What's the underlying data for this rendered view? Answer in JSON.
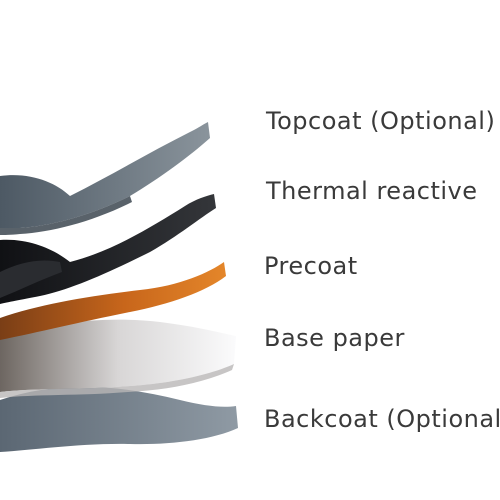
{
  "layers": [
    {
      "label": "Topcoat (Optional)",
      "color": "#6f7b85"
    },
    {
      "label": "Thermal reactive",
      "color": "#1e1f22"
    },
    {
      "label": "Precoat",
      "color": "#d9781f"
    },
    {
      "label": "Base paper",
      "color": "#f2f3f5"
    },
    {
      "label": "Backcoat (Optional)",
      "color": "#7c8894"
    }
  ]
}
